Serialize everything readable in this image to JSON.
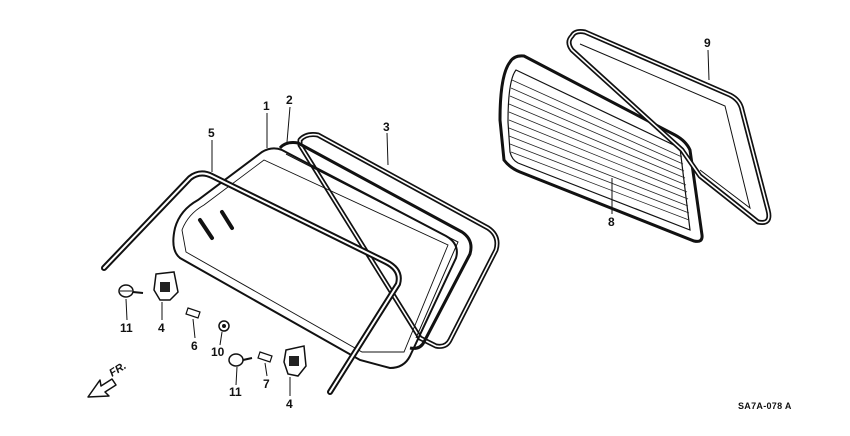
{
  "diagram": {
    "drawing_code": "SA7A-078 A",
    "direction_label": "FR.",
    "callouts": {
      "c1": "1",
      "c2": "2",
      "c3": "3",
      "c4a": "4",
      "c4b": "4",
      "c5": "5",
      "c6": "6",
      "c7": "7",
      "c8": "8",
      "c9": "9",
      "c10": "10",
      "c11a": "11",
      "c11b": "11"
    }
  }
}
